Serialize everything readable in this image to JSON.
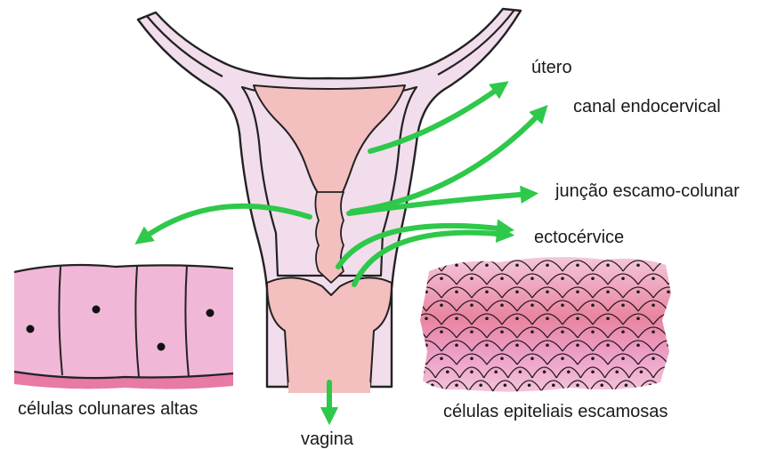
{
  "labels": {
    "utero": "útero",
    "canal": "canal endocervical",
    "juncao": "junção escamo-colunar",
    "ectocervice": "ectocérvice",
    "colunares": "células colunares altas",
    "escamosas": "células epiteliais escamosas",
    "vagina": "vagina"
  },
  "colors": {
    "arrow": "#2ec84a",
    "tissue": "#f1ddec",
    "uterine_lining": "#f3bfbf",
    "columnar_cells": "#f0b8d6",
    "basement": "#e87aa6",
    "squamous": "#ec9cc4",
    "squamous_dark": "#df6f9e",
    "outline": "#222222"
  }
}
